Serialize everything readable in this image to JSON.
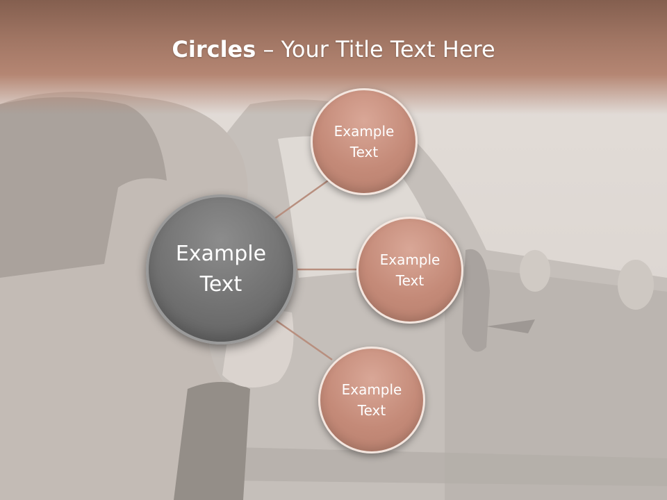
{
  "slide": {
    "title_bold": "Circles",
    "title_rest": " – Your Title Text Here"
  },
  "diagram": {
    "center": {
      "label": "Example Text",
      "color": "#6f6f6f"
    },
    "satellites": [
      {
        "label": "Example Text",
        "color": "#c48a78"
      },
      {
        "label": "Example Text",
        "color": "#c48a78"
      },
      {
        "label": "Example Text",
        "color": "#c48a78"
      }
    ]
  },
  "colors": {
    "accent": "#b88f7f",
    "header": "#9a6f5e"
  }
}
